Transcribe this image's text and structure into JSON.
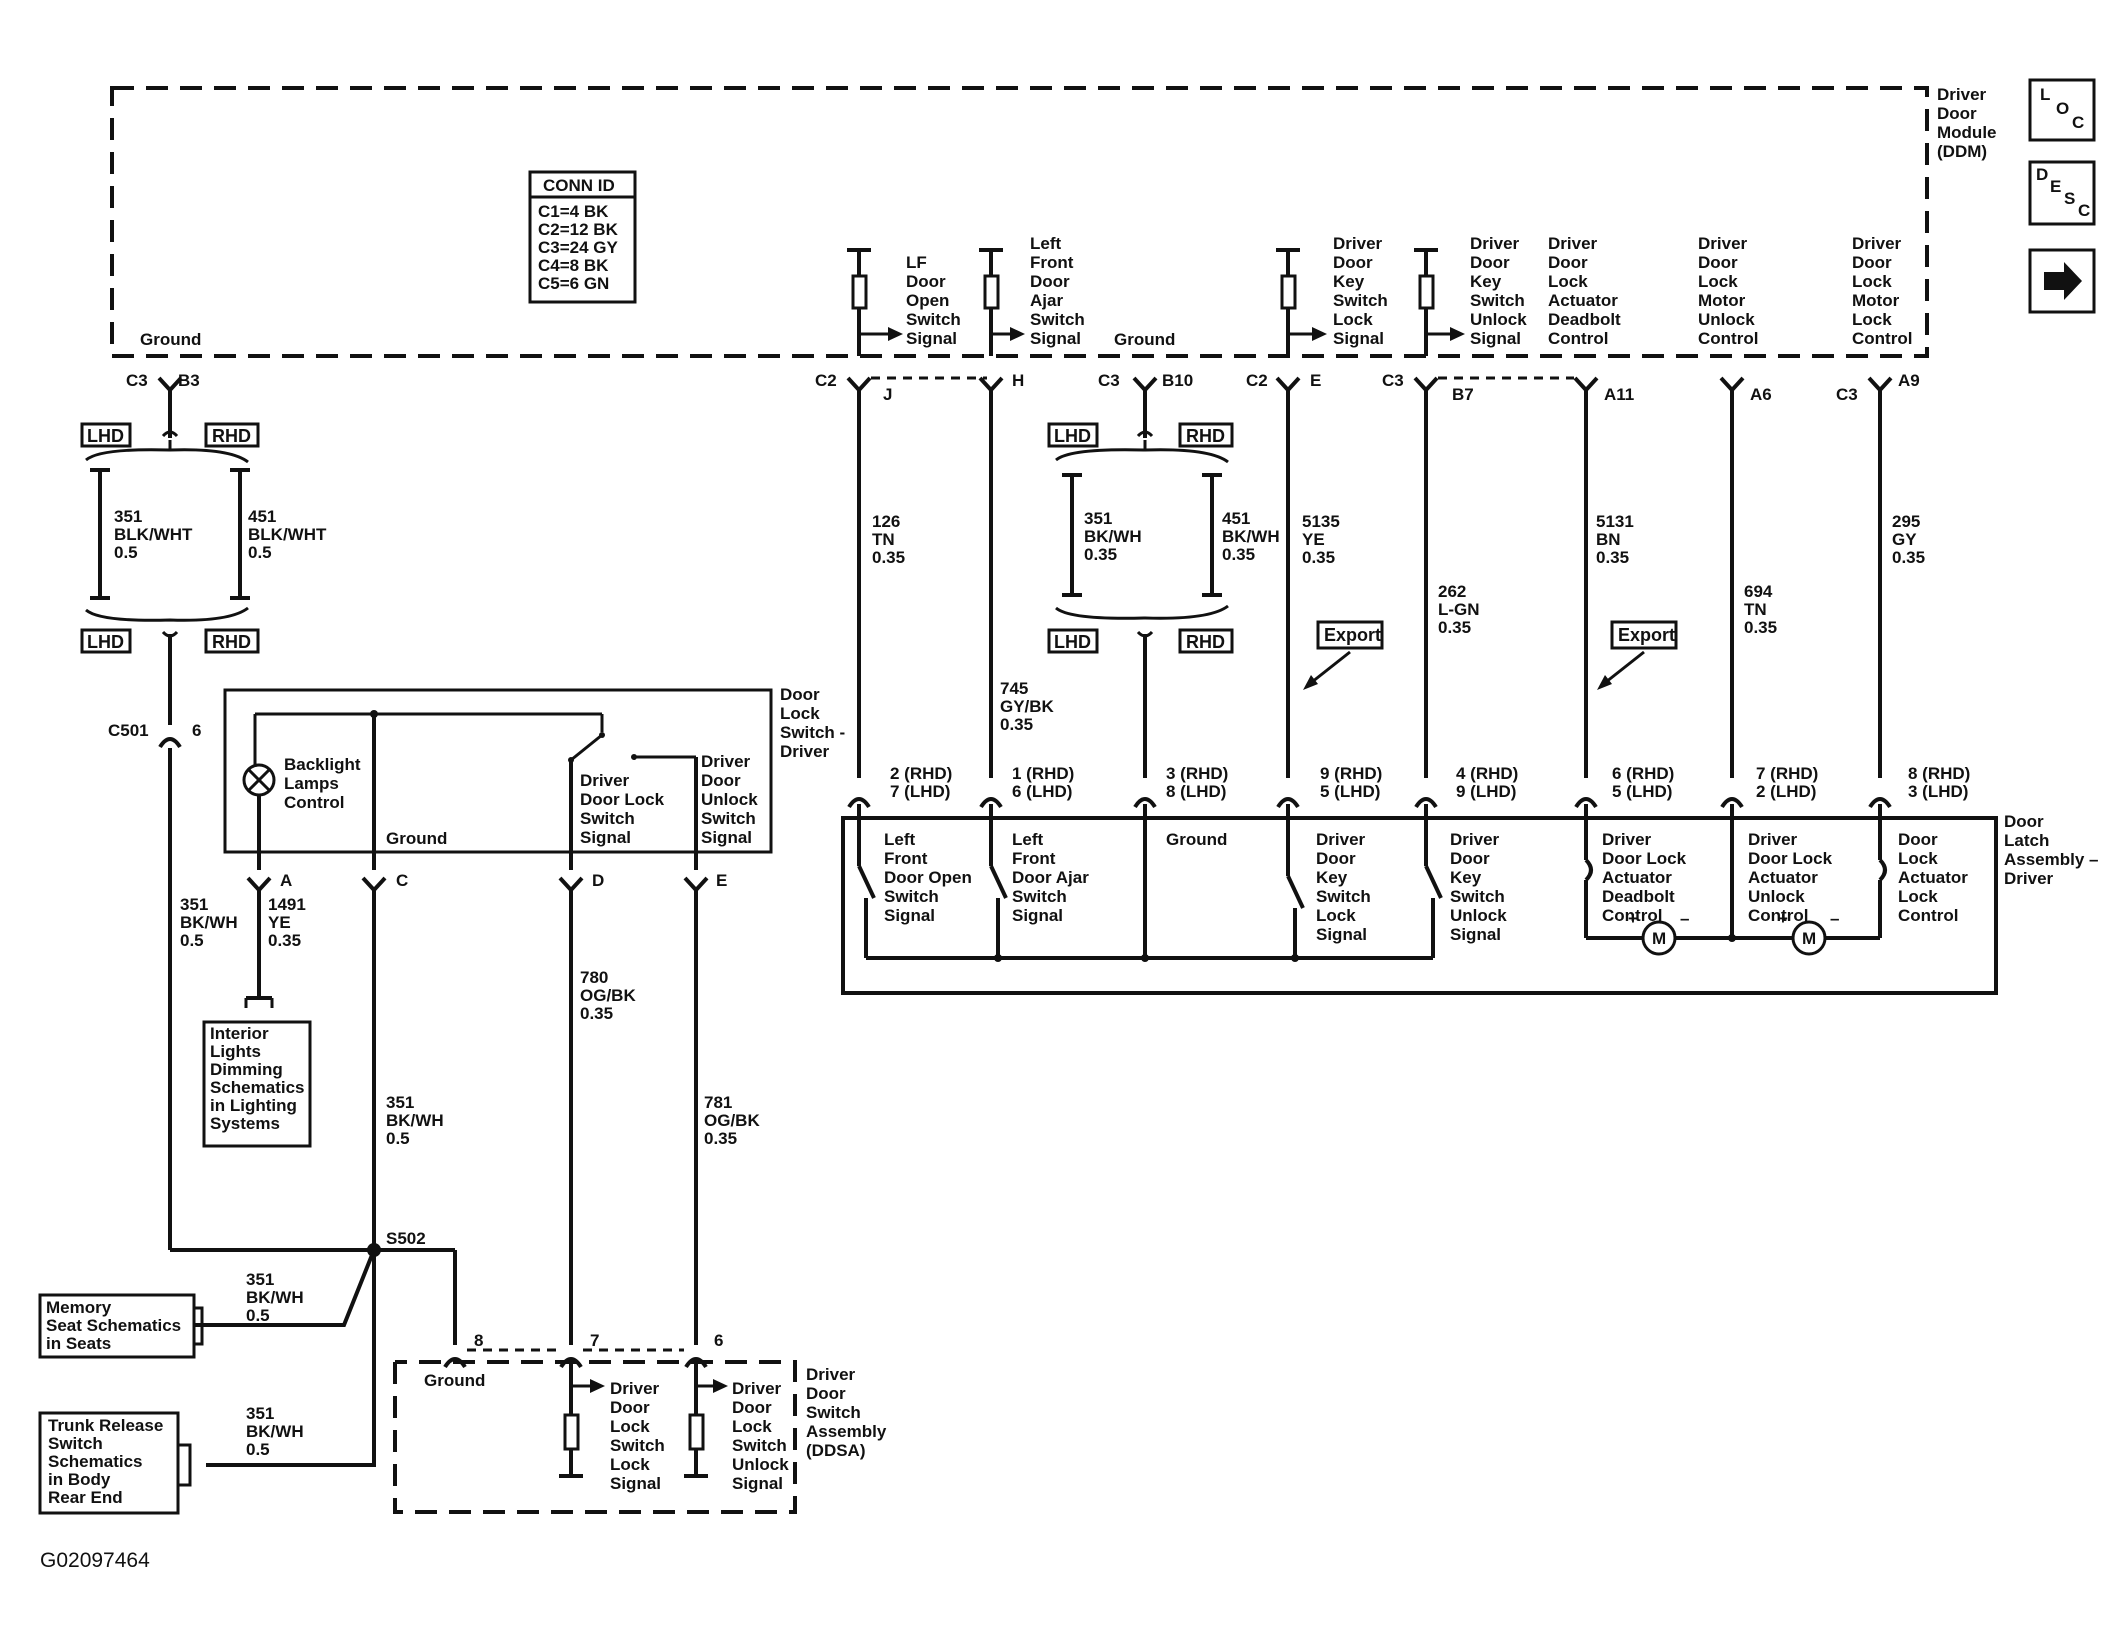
{
  "ddm": {
    "name_lines": [
      "Driver",
      "Door",
      "Module",
      "(DDM)"
    ],
    "ground": "Ground",
    "conn_id": {
      "title": "CONN ID",
      "rows": [
        "C1=4 BK",
        "C2=12 BK",
        "C3=24 GY",
        "C4=8 BK",
        "C5=6 GN"
      ]
    },
    "signals": {
      "lf_door_open": [
        "LF",
        "Door",
        "Open",
        "Switch",
        "Signal"
      ],
      "lf_door_ajar": [
        "Left",
        "Front",
        "Door",
        "Ajar",
        "Switch",
        "Signal"
      ],
      "ground2": "Ground",
      "key_lock": [
        "Driver",
        "Door",
        "Key",
        "Switch",
        "Lock",
        "Signal"
      ],
      "key_unlock": [
        "Driver",
        "Door",
        "Key",
        "Switch",
        "Unlock",
        "Signal"
      ],
      "deadbolt": [
        "Driver",
        "Door",
        "Lock",
        "Actuator",
        "Deadbolt",
        "Control"
      ],
      "unlock_ctrl": [
        "Driver",
        "Door",
        "Lock",
        "Motor",
        "Unlock",
        "Control"
      ],
      "lock_ctrl": [
        "Driver",
        "Door",
        "Lock",
        "Motor",
        "Lock",
        "Control"
      ]
    },
    "pins": {
      "c3_left": "C3",
      "b3": "B3",
      "c2_j": "C2",
      "j": "J",
      "h": "H",
      "c3_mid": "C3",
      "b10": "B10",
      "c2_e": "C2",
      "e": "E",
      "c3_right": "C3",
      "b7": "B7",
      "a11": "A11",
      "a6": "A6",
      "c3_far": "C3",
      "a9": "A9"
    }
  },
  "nav": {
    "loc": [
      "L",
      "O",
      "C"
    ],
    "desc": [
      "D",
      "E",
      "S",
      "C"
    ],
    "next_icon": "arrow-right-icon"
  },
  "tags": {
    "lhd": "LHD",
    "rhd": "RHD",
    "export": "Export"
  },
  "wires": {
    "w351_left": [
      "351",
      "BLK/WHT",
      "0.5"
    ],
    "w451_left": [
      "451",
      "BLK/WHT",
      "0.5"
    ],
    "w126": [
      "126",
      "TN",
      "0.35"
    ],
    "w745": [
      "745",
      "GY/BK",
      "0.35"
    ],
    "w351_mid": [
      "351",
      "BK/WH",
      "0.35"
    ],
    "w451_mid": [
      "451",
      "BK/WH",
      "0.35"
    ],
    "w5135": [
      "5135",
      "YE",
      "0.35"
    ],
    "w262": [
      "262",
      "L-GN",
      "0.35"
    ],
    "w5131": [
      "5131",
      "BN",
      "0.35"
    ],
    "w694": [
      "694",
      "TN",
      "0.35"
    ],
    "w295": [
      "295",
      "GY",
      "0.35"
    ],
    "w351_a": [
      "351",
      "BK/WH",
      "0.5"
    ],
    "w1491": [
      "1491",
      "YE",
      "0.35"
    ],
    "w351_c": [
      "351",
      "BK/WH",
      "0.5"
    ],
    "w780": [
      "780",
      "OG/BK",
      "0.35"
    ],
    "w781": [
      "781",
      "OG/BK",
      "0.35"
    ],
    "w351_mem": [
      "351",
      "BK/WH",
      "0.5"
    ],
    "w351_trunk": [
      "351",
      "BK/WH",
      "0.5"
    ]
  },
  "c501": {
    "name": "C501",
    "pin": "6"
  },
  "s502": "S502",
  "dls": {
    "name_lines": [
      "Door",
      "Lock",
      "Switch -",
      "Driver"
    ],
    "backlight": [
      "Backlight",
      "Lamps",
      "Control"
    ],
    "ground": "Ground",
    "lock_signal": [
      "Driver",
      "Door Lock",
      "Switch",
      "Signal"
    ],
    "unlock_signal": [
      "Driver",
      "Door",
      "Unlock",
      "Switch",
      "Signal"
    ],
    "pins": [
      "A",
      "C",
      "D",
      "E"
    ]
  },
  "latch": {
    "name_lines": [
      "Door",
      "Latch",
      "Assembly –",
      "Driver"
    ],
    "pins": [
      [
        "2 (RHD)",
        "7 (LHD)"
      ],
      [
        "1 (RHD)",
        "6 (LHD)"
      ],
      [
        "3 (RHD)",
        "8 (LHD)"
      ],
      [
        "9 (RHD)",
        "5 (LHD)"
      ],
      [
        "4 (RHD)",
        "9 (LHD)"
      ],
      [
        "6 (RHD)",
        "5 (LHD)"
      ],
      [
        "7 (RHD)",
        "2 (LHD)"
      ],
      [
        "8 (RHD)",
        "3 (LHD)"
      ]
    ],
    "items": {
      "open": [
        "Left",
        "Front",
        "Door Open",
        "Switch",
        "Signal"
      ],
      "ajar": [
        "Left",
        "Front",
        "Door Ajar",
        "Switch",
        "Signal"
      ],
      "ground": "Ground",
      "key_lock": [
        "Driver",
        "Door",
        "Key",
        "Switch",
        "Lock",
        "Signal"
      ],
      "key_unlock": [
        "Driver",
        "Door",
        "Key",
        "Switch",
        "Unlock",
        "Signal"
      ],
      "deadbolt": [
        "Driver",
        "Door Lock",
        "Actuator",
        "Deadbolt",
        "Control"
      ],
      "unlock": [
        "Driver",
        "Door Lock",
        "Actuator",
        "Unlock",
        "Control"
      ],
      "lock": [
        "Door",
        "Lock",
        "Actuator",
        "Lock",
        "Control"
      ]
    },
    "motor": "M",
    "plus": "+",
    "minus": "–"
  },
  "refs": {
    "interior": [
      "Interior",
      "Lights",
      "Dimming",
      "Schematics",
      "in Lighting",
      "Systems"
    ],
    "memory": [
      "Memory",
      "Seat Schematics",
      "in Seats"
    ],
    "trunk": [
      "Trunk Release",
      "Switch",
      "Schematics",
      "in Body",
      "Rear End"
    ]
  },
  "ddsa": {
    "name_lines": [
      "Driver",
      "Door",
      "Switch",
      "Assembly",
      "(DDSA)"
    ],
    "pins": [
      "8",
      "7",
      "6"
    ],
    "ground": "Ground",
    "lock": [
      "Driver",
      "Door",
      "Lock",
      "Switch",
      "Lock",
      "Signal"
    ],
    "unlock": [
      "Driver",
      "Door",
      "Lock",
      "Switch",
      "Unlock",
      "Signal"
    ]
  },
  "figure_id": "G02097464"
}
